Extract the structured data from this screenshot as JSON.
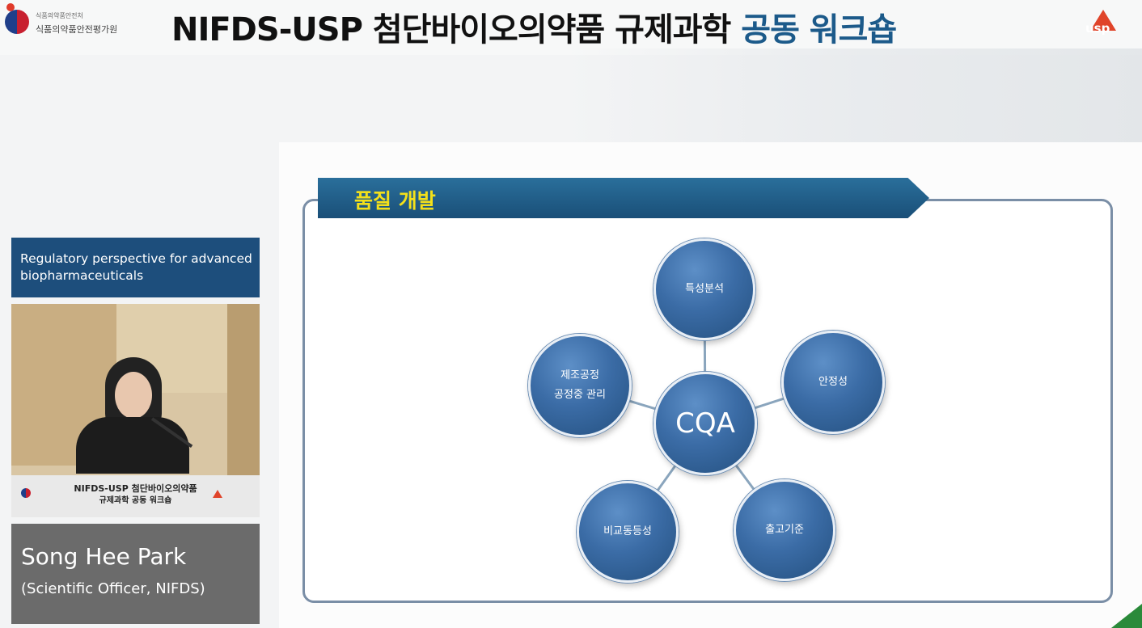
{
  "header": {
    "org_small": "식품의약품안전처",
    "org_name": "식품의약품안전평가원",
    "title_main": "NIFDS-USP 첨단바이오의약품  규제과학 ",
    "title_highlight": "공동 워크숍",
    "usp_logo": "usp"
  },
  "speaker": {
    "talk_title": "Regulatory perspective for advanced biopharmaceuticals",
    "name": "Song Hee Park",
    "role": "(Scientific Officer, NIFDS)",
    "podium_line1": "NIFDS-USP 첨단바이오의약품",
    "podium_line2": "규제과학 공동 워크숍"
  },
  "slide": {
    "banner": "품질 개발",
    "center": "CQA",
    "nodes": [
      {
        "id": "characterization",
        "line1": "특성분석"
      },
      {
        "id": "stability",
        "line1": "안정성"
      },
      {
        "id": "release",
        "line1": "출고기준"
      },
      {
        "id": "comparability",
        "line1": "비교동등성"
      },
      {
        "id": "process",
        "line1": "제조공정",
        "line2": "공정중 관리"
      }
    ]
  },
  "colors": {
    "brand_blue": "#1d4e7c",
    "banner_text": "#f3e01a",
    "node_blue": "#3b6ca6",
    "usp_orange": "#e0442a"
  }
}
